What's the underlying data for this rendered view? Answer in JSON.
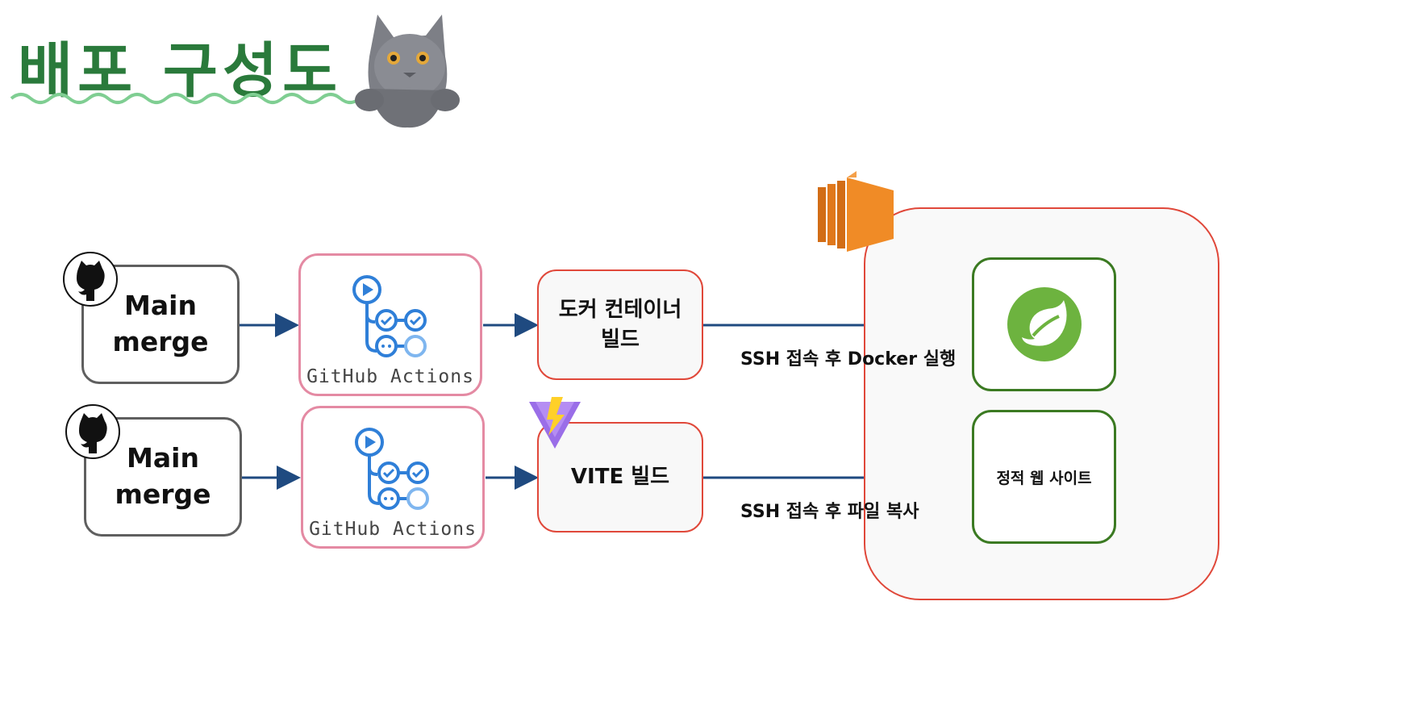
{
  "title": "배포 구성도",
  "rows": [
    {
      "merge_label_line1": "Main",
      "merge_label_line2": "merge",
      "actions_label": "GitHub Actions",
      "build_label_line1": "도커 컨테이너",
      "build_label_line2": "빌드",
      "edge_label": "SSH 접속 후 Docker 실행"
    },
    {
      "merge_label_line1": "Main",
      "merge_label_line2": "merge",
      "actions_label": "GitHub Actions",
      "build_label_line1": "VITE 빌드",
      "build_label_line2": "",
      "edge_label": "SSH 접속 후 파일 복사"
    }
  ],
  "targets": {
    "static_site_label": "정적 웹 사이트"
  },
  "icons": {
    "github": "github-octocat-icon",
    "actions": "github-actions-icon",
    "vite": "vite-icon",
    "spring": "spring-icon",
    "ec2": "aws-ec2-icon",
    "cat": "cat-picture"
  },
  "colors": {
    "title": "#2a7a3b",
    "wave": "#7fce92",
    "arrow": "#1f4a80",
    "actions_border": "#e48aa3",
    "step_border": "#e0483a",
    "target_border": "#3b7a22",
    "spring": "#6db33f",
    "ec2": "#f08b26"
  }
}
